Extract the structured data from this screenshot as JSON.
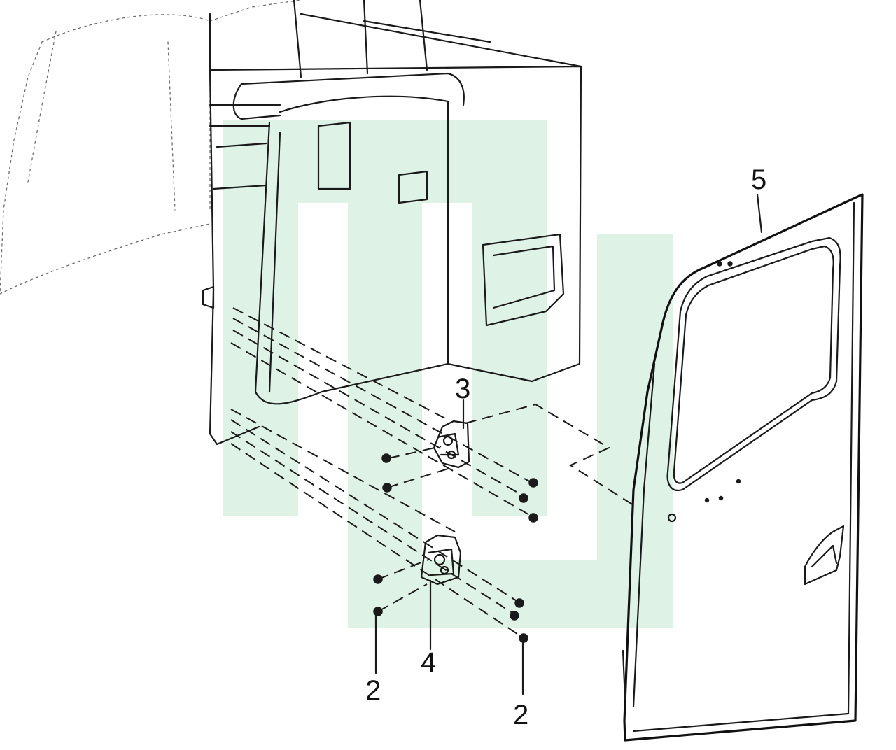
{
  "diagram": {
    "parts": [
      {
        "id": "part-5",
        "label": "5"
      },
      {
        "id": "part-3",
        "label": "3"
      },
      {
        "id": "part-4",
        "label": "4"
      },
      {
        "id": "part-2-left",
        "label": "2"
      },
      {
        "id": "part-2-right",
        "label": "2"
      }
    ],
    "colors": {
      "ink": "#1a1a1a",
      "watermark": "#dff2e6",
      "background": "#ffffff"
    }
  }
}
